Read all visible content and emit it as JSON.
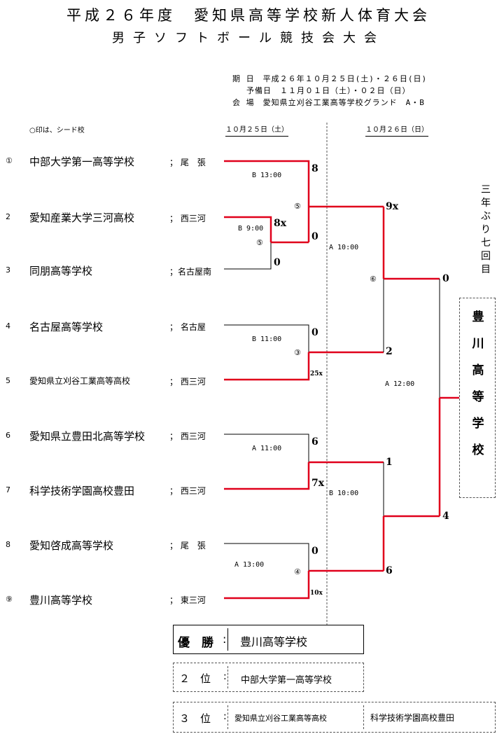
{
  "header": {
    "title_line1": "平成２６年度　愛知県高等学校新人体育大会",
    "title_line2": "男子ソフトボール競技会大会"
  },
  "info": {
    "date": "期 日　平成２６年１０月２５日(土)・２６日(日)",
    "spare_date": "予備日　１１月０１日（土）・０２日（日）",
    "venue": "会 場　愛知県立刈谷工業高等学校グランド　A・B"
  },
  "seed_note": "○印は、シード校",
  "day_headers": [
    "１０月２５日（土）",
    "１０月２６日（日）"
  ],
  "teams": [
    {
      "no": "①",
      "school": "中部大学第一高等学校",
      "region": "尾　張"
    },
    {
      "no": "2",
      "school": "愛知産業大学三河高校",
      "region": "西三河"
    },
    {
      "no": "3",
      "school": "同朋高等学校",
      "region": "名古屋南"
    },
    {
      "no": "4",
      "school": "名古屋高等学校",
      "region": "名古屋"
    },
    {
      "no": "5",
      "school": "愛知県立刈谷工業高等高校",
      "region": "西三河"
    },
    {
      "no": "6",
      "school": "愛知県立豊田北高等学校",
      "region": "西三河"
    },
    {
      "no": "7",
      "school": "科学技術学園高校豊田",
      "region": "西三河"
    },
    {
      "no": "8",
      "school": "愛知啓成高等学校",
      "region": "尾　張"
    },
    {
      "no": "⑨",
      "school": "豊川高等学校",
      "region": "東三河"
    }
  ],
  "matches": [
    {
      "id": "m1",
      "time": "B 9:00",
      "mark": "⑤",
      "score_top": "8x",
      "score_bottom": "0"
    },
    {
      "id": "m2",
      "time": "B 13:00",
      "mark": "⑤",
      "score_top": "8",
      "score_bottom": "0"
    },
    {
      "id": "m3",
      "time": "B 11:00",
      "mark": "③",
      "score_top": "0",
      "score_bottom": "25x"
    },
    {
      "id": "m4",
      "time": "A 11:00",
      "mark": "",
      "score_top": "6",
      "score_bottom": "7x"
    },
    {
      "id": "m5",
      "time": "A 13:00",
      "mark": "④",
      "score_top": "0",
      "score_bottom": "10x"
    },
    {
      "id": "s1",
      "time": "A 10:00",
      "mark": "⑥",
      "score_top": "9x",
      "score_bottom": "2"
    },
    {
      "id": "s2",
      "time": "B 10:00",
      "mark": "",
      "score_top": "1",
      "score_bottom": "6"
    },
    {
      "id": "f",
      "time": "A 12:00",
      "mark": "",
      "score_top": "0",
      "score_bottom": "4"
    }
  ],
  "champion_note": "三年ぶり七回目",
  "champion_vertical": "豊川高等学校",
  "results": {
    "first": {
      "label": "優　勝",
      "team": "豊川高等学校"
    },
    "second": {
      "label": "２　位",
      "team": "中部大学第一高等学校"
    },
    "third": {
      "label": "３　位",
      "teams": [
        "愛知県立刈谷工業高等高校",
        "科学技術学園高校豊田"
      ]
    }
  },
  "colors": {
    "winner_line": "#e0001b",
    "line": "#000000"
  }
}
